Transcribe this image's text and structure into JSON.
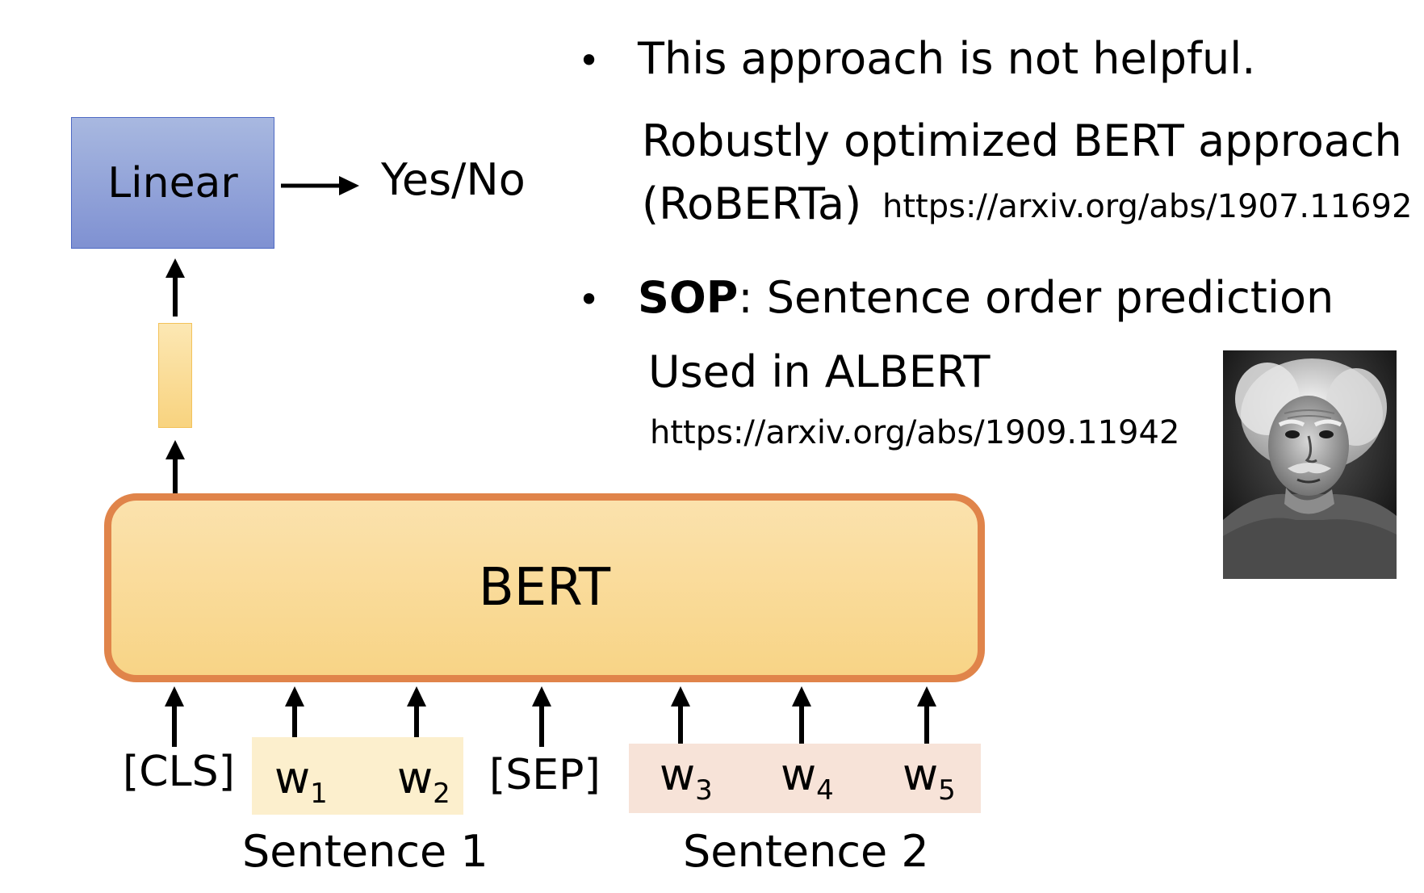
{
  "diagram": {
    "linear_label": "Linear",
    "output_label": "Yes/No",
    "bert_label": "BERT",
    "tokens": {
      "cls": "[CLS]",
      "sep": "[SEP]",
      "w1": {
        "base": "w",
        "sub": "1"
      },
      "w2": {
        "base": "w",
        "sub": "2"
      },
      "w3": {
        "base": "w",
        "sub": "3"
      },
      "w4": {
        "base": "w",
        "sub": "4"
      },
      "w5": {
        "base": "w",
        "sub": "5"
      }
    },
    "sentence1_label": "Sentence 1",
    "sentence2_label": "Sentence 2"
  },
  "notes": {
    "bullet_symbol": "•",
    "bullet1": "This approach is not helpful.",
    "roberta_line1": "Robustly optimized BERT approach",
    "roberta_line2": "(RoBERTa)",
    "roberta_url": "https://arxiv.org/abs/1907.11692",
    "sop_bold": "SOP",
    "sop_rest": ": Sentence order prediction",
    "albert_line": "Used in ALBERT",
    "albert_url": "https://arxiv.org/abs/1909.11942"
  },
  "colors": {
    "linear_fill": "#8fa2d8",
    "bert_fill": "#f9d894",
    "bert_border": "#e0844a",
    "sentence1_bg": "#fcefcd",
    "sentence2_bg": "#f7e3d8"
  }
}
